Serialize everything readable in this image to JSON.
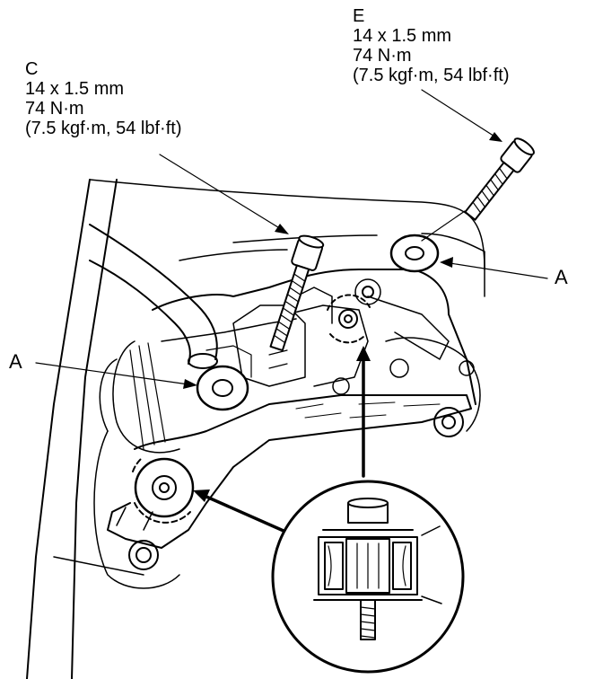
{
  "labels": {
    "c": {
      "letter": "C",
      "size": "14 x 1.5 mm",
      "torque": "74 N·m",
      "torque_alt": "(7.5 kgf·m, 54 lbf·ft)"
    },
    "e": {
      "letter": "E",
      "size": "14 x 1.5 mm",
      "torque": "74 N·m",
      "torque_alt": "(7.5 kgf·m, 54 lbf·ft)"
    },
    "a_right": "A",
    "a_left": "A"
  }
}
